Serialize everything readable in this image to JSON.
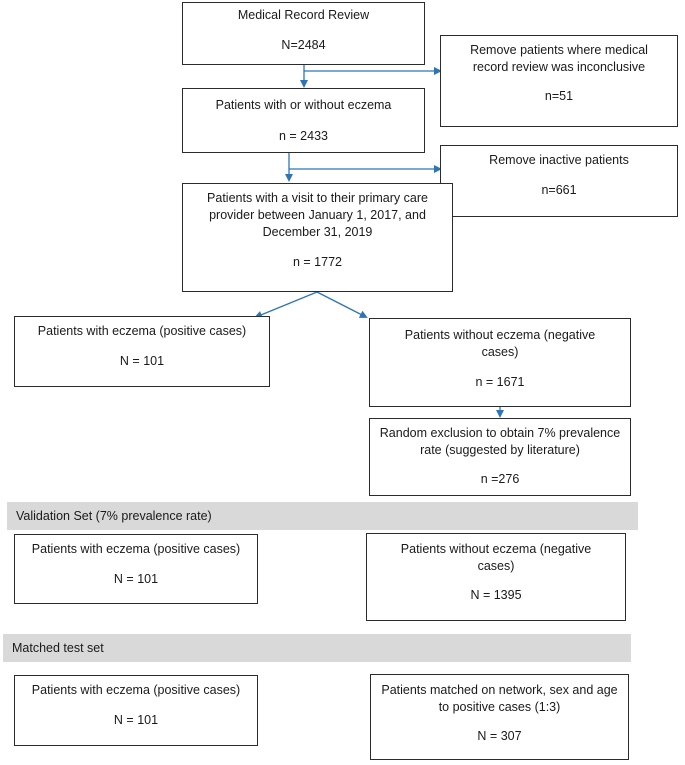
{
  "boxes": {
    "review": {
      "title": "Medical Record Review",
      "n": "N=2484"
    },
    "inconclusive": {
      "title": "Remove patients where medical record review was inconclusive",
      "n": "n=51"
    },
    "with_without": {
      "title": "Patients with or without eczema",
      "n": "n = 2433"
    },
    "inactive": {
      "title": "Remove inactive patients",
      "n": "n=661"
    },
    "visit": {
      "title": "Patients with a visit to their primary care provider between January 1, 2017, and December 31, 2019",
      "n": "n = 1772"
    },
    "pos1": {
      "title": "Patients with eczema (positive cases)",
      "n": "N = 101"
    },
    "neg1": {
      "title": "Patients without eczema (negative cases)",
      "n": "n = 1671"
    },
    "random": {
      "title": "Random exclusion to obtain 7% prevalence rate (suggested by literature)",
      "n": "n =276"
    },
    "pos2": {
      "title": "Patients with eczema (positive cases)",
      "n": "N = 101"
    },
    "neg2": {
      "title": "Patients without eczema (negative cases)",
      "n": "N = 1395"
    },
    "pos3": {
      "title": "Patients with eczema (positive cases)",
      "n": "N = 101"
    },
    "matched": {
      "title": "Patients matched on network, sex and age to positive cases (1:3)",
      "n": "N = 307"
    }
  },
  "bands": {
    "validation": "Validation Set (7% prevalence rate)",
    "matched_test": "Matched test set"
  },
  "colors": {
    "arrow": "#2e75b6",
    "border": "#2b2b2b",
    "band": "#d9d9d9"
  }
}
